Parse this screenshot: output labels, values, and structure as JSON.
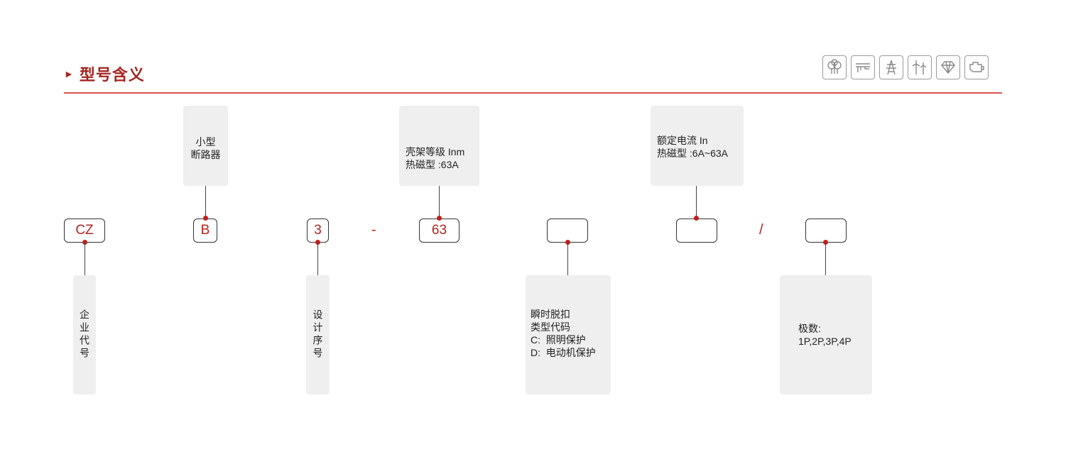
{
  "header": {
    "title": "型号含义",
    "arrow": "►",
    "icons": [
      "forest-icon",
      "pipe-icon",
      "tower-icon",
      "wind-turbine-icon",
      "diamond-icon",
      "engine-icon"
    ]
  },
  "codes": {
    "c1": "CZ",
    "c2": "B",
    "c3": "3",
    "dash": "-",
    "c4": "63",
    "c5": "",
    "c6": "",
    "slash": "/",
    "c7": ""
  },
  "boxes": {
    "company": "企业代号",
    "type": [
      "小型",
      "断路器"
    ],
    "serial": "设计序号",
    "frame": [
      "壳架等级 Inm",
      "热磁型 :63A"
    ],
    "trip": [
      "瞬时脱扣",
      "类型代码",
      "C:  照明保护",
      "D:  电动机保护"
    ],
    "current": [
      "额定电流 In",
      "热磁型 :6A~63A"
    ],
    "poles": [
      "极数:",
      "1P,2P,3P,4P"
    ]
  },
  "colors": {
    "accent": "#a3241f",
    "rule": "#d9534f",
    "box": "#efefef"
  }
}
